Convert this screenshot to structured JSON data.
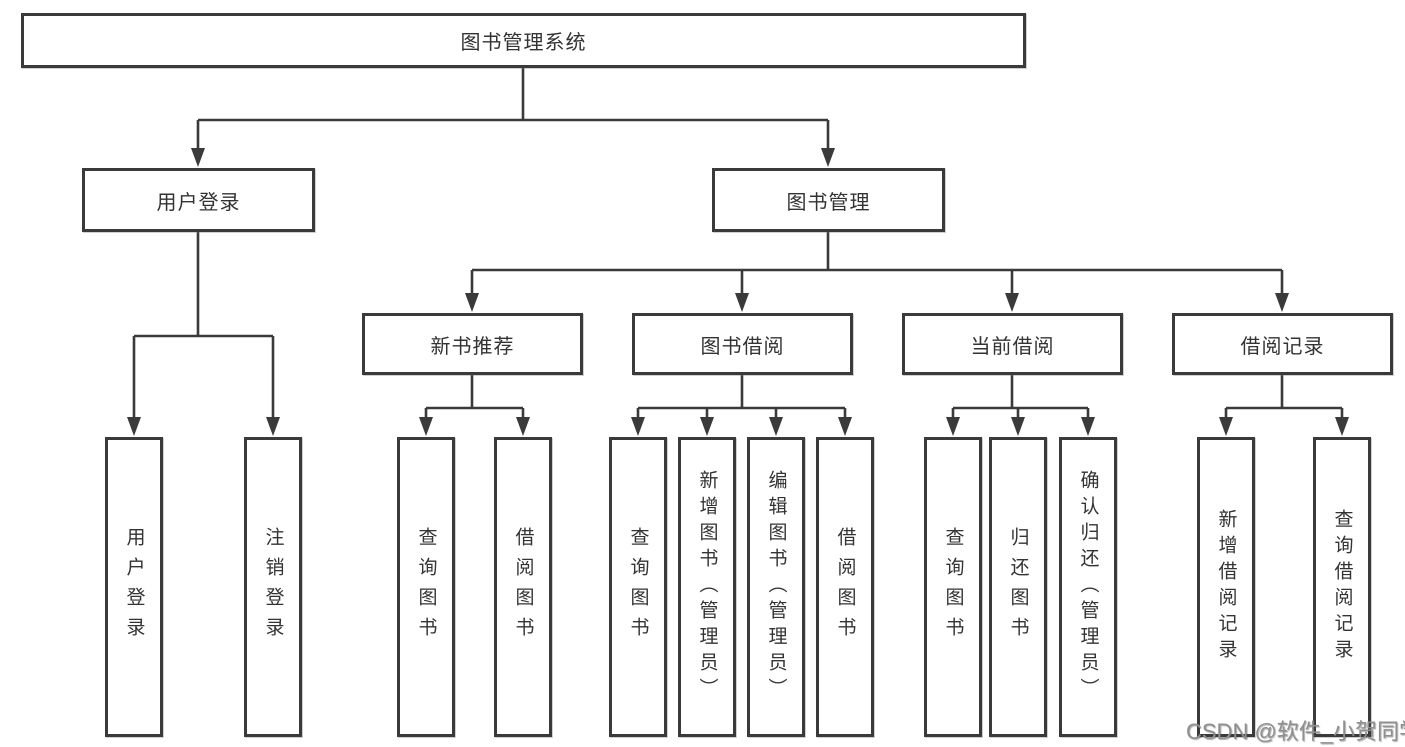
{
  "diagram": {
    "type": "tree",
    "root": "图书管理系统",
    "level2": [
      "用户登录",
      "图书管理"
    ],
    "level3": [
      "新书推荐",
      "图书借阅",
      "当前借阅",
      "借阅记录"
    ],
    "leaves_user_login": [
      "用户登录",
      "注销登录"
    ],
    "leaves_new_book": [
      "查询图书",
      "借阅图书"
    ],
    "leaves_book_borrow": [
      "查询图书",
      "新增图书（管理员）",
      "编辑图书（管理员）",
      "借阅图书"
    ],
    "leaves_current_borrow": [
      "查询图书",
      "归还图书",
      "确认归还（管理员）"
    ],
    "leaves_borrow_record": [
      "新增借阅记录",
      "查询借阅记录"
    ]
  },
  "watermark": "CSDN @软件_小贺同学",
  "colors": {
    "line": "#3a3a3a",
    "text": "#333333",
    "background": "#ffffff",
    "watermark": "#8f8f8f"
  }
}
